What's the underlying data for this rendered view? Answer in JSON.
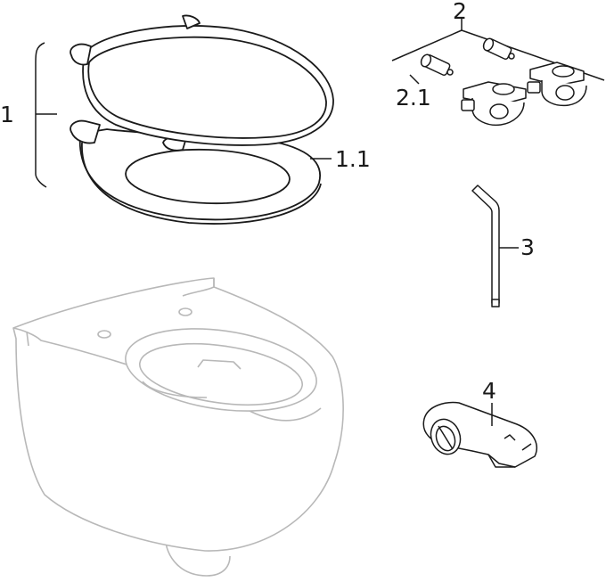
{
  "labels": {
    "seat_assembly": "1",
    "seat_ring": "1.1",
    "fixing_set": "2",
    "fixing_bolt": "2.1",
    "allen_key": "3",
    "cover": "4"
  }
}
